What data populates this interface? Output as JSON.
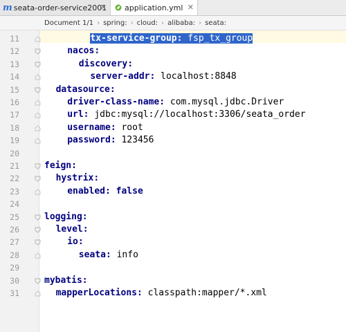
{
  "tabs": [
    {
      "label": "seata-order-service2001",
      "icon": "m-module-icon",
      "active": false
    },
    {
      "label": "application.yml",
      "icon": "spring-leaf-icon",
      "active": true
    }
  ],
  "breadcrumb": {
    "items": [
      "Document 1/1",
      "spring:",
      "cloud:",
      "alibaba:",
      "seata:"
    ]
  },
  "lines": [
    {
      "num": "11",
      "indent": 4,
      "key": "tx-service-group",
      "value": "fsp_tx_group",
      "selected": true
    },
    {
      "num": "12",
      "indent": 2,
      "key": "nacos",
      "value": ""
    },
    {
      "num": "13",
      "indent": 3,
      "key": "discovery",
      "value": ""
    },
    {
      "num": "14",
      "indent": 4,
      "key": "server-addr",
      "value": "localhost:8848"
    },
    {
      "num": "15",
      "indent": 1,
      "key": "datasource",
      "value": ""
    },
    {
      "num": "16",
      "indent": 2,
      "key": "driver-class-name",
      "value": "com.mysql.jdbc.Driver"
    },
    {
      "num": "17",
      "indent": 2,
      "key": "url",
      "value": "jdbc:mysql://localhost:3306/seata_order"
    },
    {
      "num": "18",
      "indent": 2,
      "key": "username",
      "value": "root"
    },
    {
      "num": "19",
      "indent": 2,
      "key": "password",
      "value": "123456"
    },
    {
      "num": "20",
      "indent": 0,
      "key": "",
      "value": ""
    },
    {
      "num": "21",
      "indent": 0,
      "key": "feign",
      "value": ""
    },
    {
      "num": "22",
      "indent": 1,
      "key": "hystrix",
      "value": ""
    },
    {
      "num": "23",
      "indent": 2,
      "key": "enabled",
      "value": "false",
      "bool": true
    },
    {
      "num": "24",
      "indent": 0,
      "key": "",
      "value": ""
    },
    {
      "num": "25",
      "indent": 0,
      "key": "logging",
      "value": ""
    },
    {
      "num": "26",
      "indent": 1,
      "key": "level",
      "value": ""
    },
    {
      "num": "27",
      "indent": 2,
      "key": "io",
      "value": ""
    },
    {
      "num": "28",
      "indent": 3,
      "key": "seata",
      "value": "info"
    },
    {
      "num": "29",
      "indent": 0,
      "key": "",
      "value": ""
    },
    {
      "num": "30",
      "indent": 0,
      "key": "mybatis",
      "value": ""
    },
    {
      "num": "31",
      "indent": 1,
      "key": "mapperLocations",
      "value": "classpath:mapper/*.xml"
    }
  ],
  "colors": {
    "key": "#000080",
    "selection": "#2f65ca",
    "current_line": "#fffae3"
  }
}
